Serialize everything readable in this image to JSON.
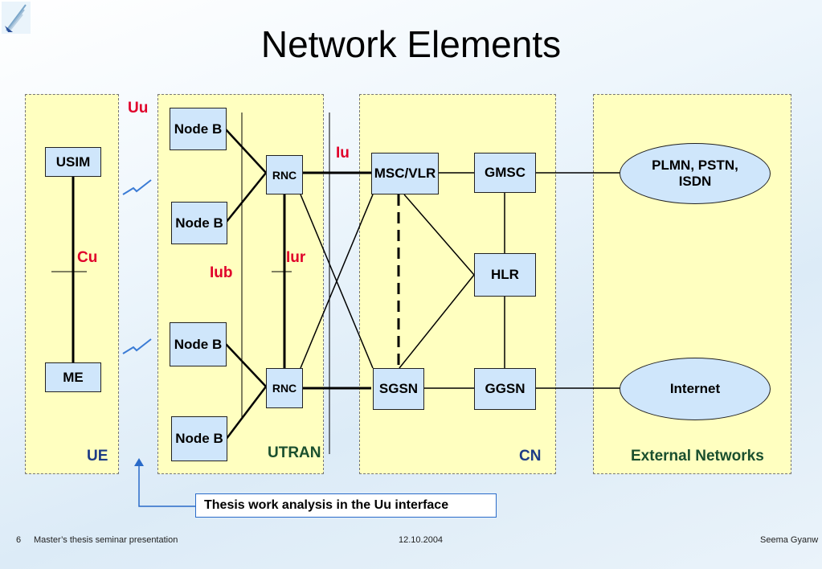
{
  "slide": {
    "title": "Network Elements",
    "footer_page": "6",
    "footer_left": "Master’s thesis seminar presentation",
    "footer_center": "12.10.2004",
    "footer_right": "Seema Gyanw"
  },
  "zones": {
    "ue": "UE",
    "utran": "UTRAN",
    "cn": "CN",
    "external": "External Networks"
  },
  "interfaces": {
    "uu": "Uu",
    "cu": "Cu",
    "iu": "Iu",
    "iub": "Iub",
    "iur": "Iur"
  },
  "nodes": {
    "usim": "USIM",
    "me": "ME",
    "node_b_1": "Node B",
    "node_b_2": "Node B",
    "node_b_3": "Node B",
    "node_b_4": "Node B",
    "rnc_1": "RNC",
    "rnc_2": "RNC",
    "msc_vlr": "MSC/VLR",
    "gmsc": "GMSC",
    "hlr": "HLR",
    "sgsn": "SGSN",
    "ggsn": "GGSN",
    "plmn": "PLMN, PSTN, ISDN",
    "internet": "Internet"
  },
  "callout": "Thesis work analysis in the Uu interface",
  "colors": {
    "zone_fill": "#ffffc0",
    "node_fill": "#cfe6fb",
    "interface_label": "#e0002a",
    "zone_label": "#1a4f2e",
    "callout_border": "#2a6bc9"
  }
}
